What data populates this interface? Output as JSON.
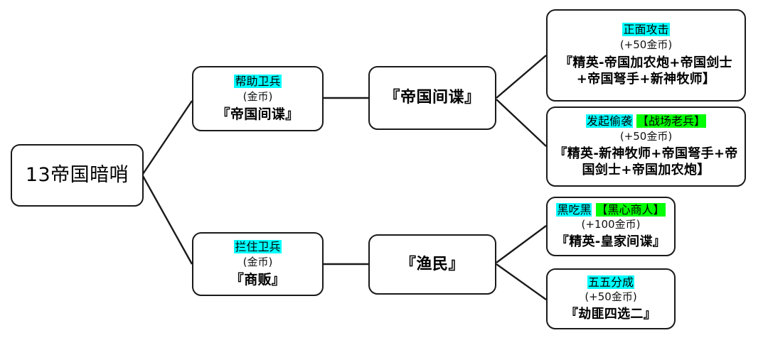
{
  "diagram": {
    "title": "13帝国暗哨",
    "root": {
      "id": "root",
      "label": "13帝国暗哨"
    },
    "nodes": [
      {
        "id": "n-help-guard",
        "option": "帮助卫兵",
        "option_highlight": "cyan",
        "trait": "",
        "cost": "(金币)",
        "result": "『帝国间谍』"
      },
      {
        "id": "n-empire-spy",
        "label": "『帝国间谍』"
      },
      {
        "id": "n-frontal-attack",
        "option": "正面攻击",
        "option_highlight": "cyan",
        "trait": "",
        "cost": "(+50金币)",
        "result": "『精英-帝国加农炮+帝国剑士+帝国弩手+新神牧师】"
      },
      {
        "id": "n-sneak-attack",
        "option": "发起偷袭",
        "option_highlight": "cyan",
        "trait": "【战场老兵】",
        "cost": "(+50金币)",
        "result": "『精英-新神牧师+帝国弩手+帝国剑士+帝国加农炮】"
      },
      {
        "id": "n-block-guard",
        "option": "拦住卫兵",
        "option_highlight": "cyan",
        "trait": "",
        "cost": "(金币)",
        "result": "『商贩』"
      },
      {
        "id": "n-fisherman",
        "label": "『渔民』"
      },
      {
        "id": "n-black-eats-black",
        "option": "黑吃黑",
        "option_highlight": "cyan",
        "trait": "【黑心商人】",
        "cost": "(+100金币)",
        "result": "『精英-皇家间谍』"
      },
      {
        "id": "n-fifty-fifty",
        "option": "五五分成",
        "option_highlight": "cyan",
        "trait": "",
        "cost": "(+50金币)",
        "result": "『劫匪四选二』"
      }
    ],
    "colors": {
      "highlight_cyan": "#00FFFF",
      "highlight_green": "#00FF00",
      "node_border": "#1A1A1A",
      "background": "#FFFFFF",
      "text": "#000000"
    }
  }
}
